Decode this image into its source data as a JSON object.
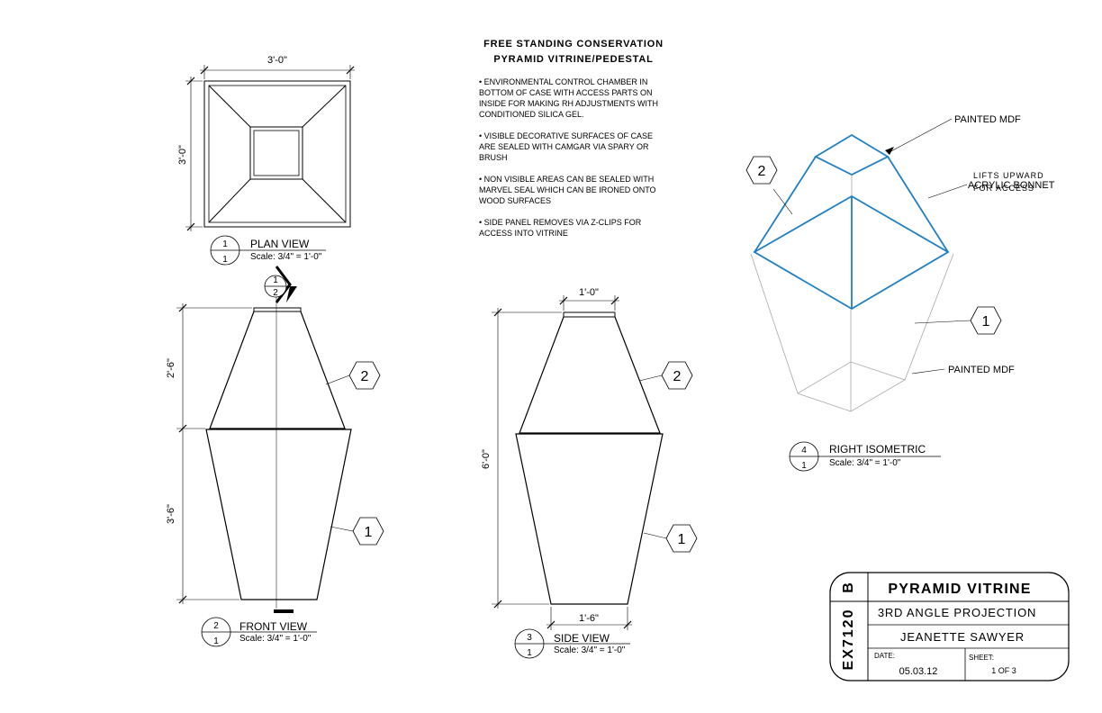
{
  "notes": {
    "title_line1": "FREE STANDING CONSERVATION",
    "title_line2": "PYRAMID VITRINE/PEDESTAL",
    "items": [
      [
        "• ENVIRONMENTAL CONTROL CHAMBER IN",
        "BOTTOM OF CASE WITH ACCESS PARTS ON",
        "INSIDE FOR MAKING RH ADJUSTMENTS WITH",
        "CONDITIONED SILICA GEL."
      ],
      [
        "• VISIBLE DECORATIVE SURFACES OF CASE",
        "ARE SEALED WITH CAMGAR VIA SPARY OR",
        "BRUSH"
      ],
      [
        "• NON VISIBLE AREAS CAN BE SEALED WITH",
        "MARVEL SEAL WHICH CAN BE IRONED ONTO",
        "WOOD SURFACES"
      ],
      [
        "• SIDE PANEL REMOVES VIA Z-CLIPS FOR",
        "ACCESS INTO VITRINE"
      ]
    ]
  },
  "plan_view": {
    "dim_width": "3'-0\"",
    "dim_height": "3'-0\"",
    "tag_top": "1",
    "tag_bottom": "1",
    "title": "PLAN VIEW",
    "scale": "Scale: 3/4\" = 1'-0\""
  },
  "front_view": {
    "dim_upper": "2'-6\"",
    "dim_lower": "3'-6\"",
    "section_top": "1",
    "section_bottom": "2",
    "callout_upper": "2",
    "callout_lower": "1",
    "tag_top": "2",
    "tag_bottom": "1",
    "title": "FRONT VIEW",
    "scale": "Scale: 3/4\" = 1'-0\""
  },
  "side_view": {
    "dim_top": "1'-0\"",
    "dim_height": "6'-0\"",
    "dim_bottom": "1'-6\"",
    "callout_upper": "2",
    "callout_lower": "1",
    "tag_top": "3",
    "tag_bottom": "1",
    "title": "SIDE VIEW",
    "scale": "Scale: 3/4\" = 1'-0\""
  },
  "isometric": {
    "callout_bonnet": "2",
    "callout_pedestal": "1",
    "label_painted_mdf_top": "PAINTED MDF",
    "label_lifts": "LIFTS UPWARD",
    "label_acrylic": "ACRYLIC BONNET",
    "label_for_access": "FOR ACCESS",
    "label_painted_mdf_bottom": "PAINTED MDF",
    "tag_top": "4",
    "tag_bottom": "1",
    "title": "RIGHT ISOMETRIC",
    "scale": "Scale: 3/4\" = 1'-0\"",
    "bonnet_color": "#1f7fc4"
  },
  "title_block": {
    "revision": "B",
    "drawing_number": "EX7120",
    "title": "PYRAMID VITRINE",
    "projection": "3RD ANGLE PROJECTION",
    "designer": "JEANETTE SAWYER",
    "date_label": "DATE:",
    "date_value": "05.03.12",
    "sheet_label": "SHEET:",
    "sheet_value": "1 OF 3"
  }
}
